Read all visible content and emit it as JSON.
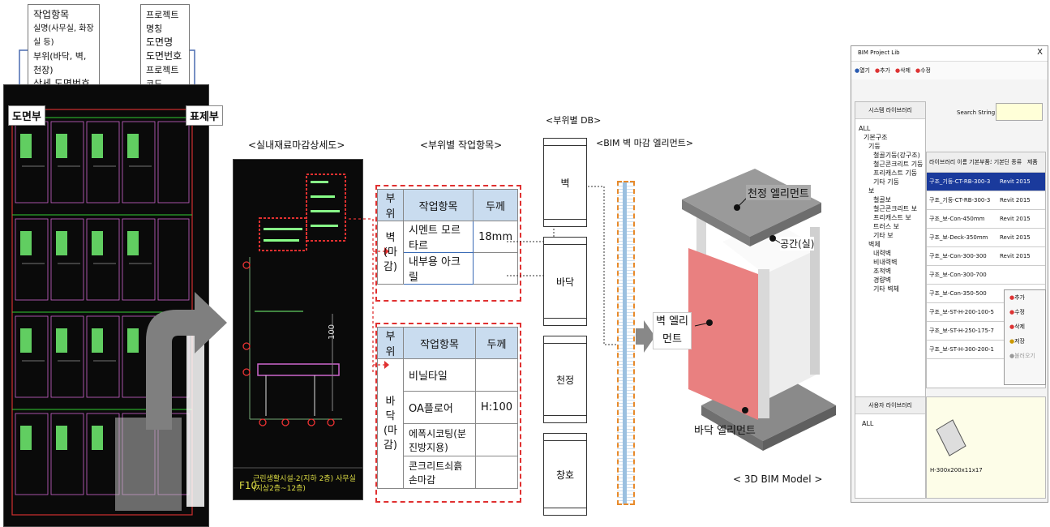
{
  "callouts": {
    "left": [
      "작업항목",
      "실명(사무실, 화장실 등)",
      "부위(바닥, 벽, 천장)",
      "상세 도면번호"
    ],
    "right": [
      "프로젝트명칭",
      "도면명",
      "도면번호",
      "프로젝트코드"
    ]
  },
  "drawing_labels": {
    "drawing_area": "도면부",
    "title_block": "표제부"
  },
  "captions": {
    "detail": "<실내재료마감상세도>",
    "items": "<부위별 작업항목>",
    "db": "<부위별 DB>",
    "bim_element": "<BIM 벽 마감 엘리먼트>",
    "model": "< 3D BIM Model >"
  },
  "detail_drawing": {
    "footer_code": "F10",
    "footer_title": "근린생활시설-2(지하 2층) 사무실(지상2층~12층)",
    "dim": "100"
  },
  "wall_table": {
    "headers": [
      "부위",
      "작업항목",
      "두께"
    ],
    "part": "벽 (마감)",
    "rows": [
      {
        "item": "시멘트 모르타르",
        "thickness": "18mm"
      },
      {
        "item": "내부용 아크릴",
        "thickness": ""
      }
    ]
  },
  "floor_table": {
    "headers": [
      "부위",
      "작업항목",
      "두께"
    ],
    "part": "바닥 (마감)",
    "rows": [
      {
        "item": "비닐타일",
        "thickness": ""
      },
      {
        "item": "OA플로어",
        "thickness": "H:100"
      },
      {
        "item": "에폭시코팅(분진방지용)",
        "thickness": ""
      },
      {
        "item": "콘크리트쇠흙손마감",
        "thickness": ""
      }
    ]
  },
  "db_boxes": [
    "벽",
    "바닥",
    "천정",
    "창호"
  ],
  "model_labels": {
    "ceiling": "천정 엘리먼트",
    "space": "공간(실)",
    "wall": "벽 엘리먼트",
    "floor": "바닥 엘리먼트"
  },
  "colors": {
    "accent_red": "#e03030",
    "table_header": "#c9dcef",
    "wall_face": "#e98080"
  },
  "app": {
    "title": "BIM Project Lib",
    "close": "X",
    "toolbar": [
      "열기",
      "추가",
      "삭제",
      "수정"
    ],
    "left_header": "시스템 라이브러리",
    "search_label": "Search String :",
    "filter_text": "",
    "tree": [
      "ALL",
      "기본구조",
      "기둥",
      "철골기둥(강구조)",
      "철근콘크리트 기둥",
      "프리캐스트 기둥",
      "기타 기둥",
      "보",
      "철골보",
      "철근콘크리트 보",
      "프리캐스트 보",
      "트러스 보",
      "기타 보",
      "벽체",
      "내력벽",
      "비내력벽",
      "조적벽",
      "경량벽",
      "기타 벽체"
    ],
    "grid_headers": [
      "라이브러리 이름",
      "기본부품코드",
      "기본단가",
      "종류",
      "제품"
    ],
    "grid_rows": [
      [
        "구조_기둥-CT-RB-300-3",
        "",
        "",
        "",
        "Revit 2015"
      ],
      [
        "구조_기둥-CT-RB-300-3",
        "",
        "",
        "",
        "Revit 2015"
      ],
      [
        "구조_보-Con-450mm",
        "",
        "",
        "",
        "Revit 2015"
      ],
      [
        "구조_보-Deck-350mm",
        "",
        "",
        "",
        "Revit 2015"
      ],
      [
        "구조_보-Con-300-300",
        "",
        "",
        "",
        "Revit 2015"
      ],
      [
        "구조_보-Con-300-700",
        "",
        "",
        "",
        ""
      ],
      [
        "구조_보-Con-350-500",
        "",
        "",
        "",
        ""
      ],
      [
        "구조_보-ST-H-200-100-5",
        "",
        "",
        "",
        ""
      ],
      [
        "구조_보-ST-H-250-175-7",
        "",
        "",
        "",
        ""
      ],
      [
        "구조_보-ST-H-300-200-1",
        "",
        "",
        "",
        ""
      ]
    ],
    "context_menu": [
      "추가",
      "수정",
      "삭제",
      "저장",
      "불러오기"
    ],
    "bottom_left_header": "사용자 라이브러리",
    "bottom_tree": [
      "ALL"
    ],
    "preview_caption": "H-300x200x11x17"
  }
}
